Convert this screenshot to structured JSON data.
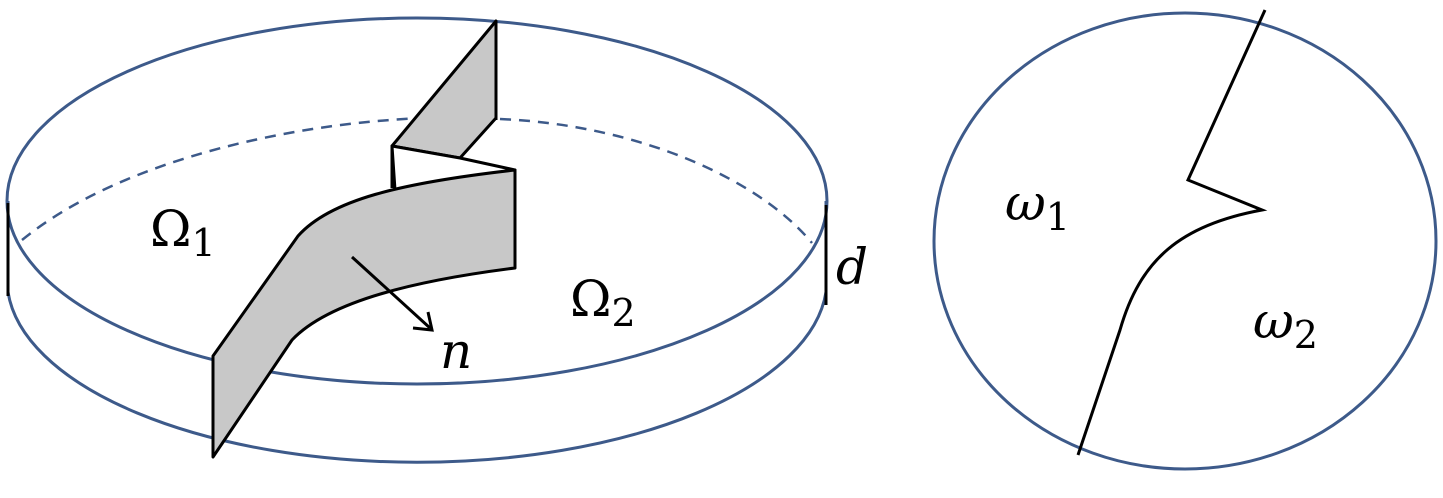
{
  "colors": {
    "outline": "#3d5a8a",
    "surface_fill": "#c8c8c8",
    "stroke": "#000000"
  },
  "labels": {
    "omega_big_1": "Ω",
    "omega_big_1_sub": "1",
    "omega_big_2": "Ω",
    "omega_big_2_sub": "2",
    "normal": "n",
    "thickness": "d",
    "omega_small_1": "ω",
    "omega_small_1_sub": "1",
    "omega_small_2": "ω",
    "omega_small_2_sub": "2"
  }
}
